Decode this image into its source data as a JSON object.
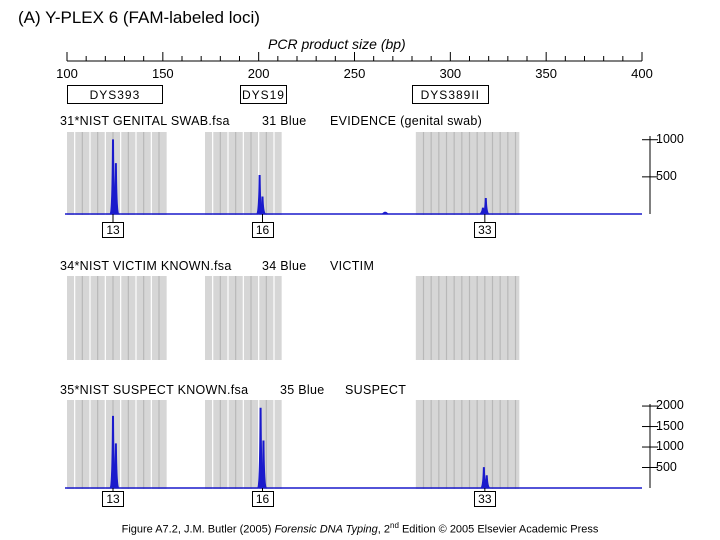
{
  "title": "(A) Y-PLEX 6 (FAM-labeled loci)",
  "caption": {
    "prefix": "Figure A7.2, J.M. Butler (2005) ",
    "book": "Forensic DNA Typing",
    "middle": ", 2",
    "sup": "nd",
    "suffix": " Edition © 2005 Elsevier Academic Press"
  },
  "colors": {
    "trace": "#1a1acc",
    "bin": "#d6d6d6",
    "binline": "#b8b8b8"
  },
  "chart_data": {
    "type": "electropherogram",
    "xlabel": "PCR product size (bp)",
    "xlim": [
      100,
      400
    ],
    "xticks": [
      100,
      150,
      200,
      250,
      300,
      350,
      400
    ],
    "loci": [
      {
        "name": "DYS393",
        "range": [
          100,
          150
        ],
        "bin_range": [
          100,
          152
        ]
      },
      {
        "name": "DYS19",
        "range": [
          190,
          215
        ],
        "bin_range": [
          172,
          212
        ]
      },
      {
        "name": "DYS389II",
        "range": [
          280,
          320
        ],
        "bin_range": [
          282,
          336
        ]
      }
    ],
    "panels": [
      {
        "name": "evidence",
        "file": "31*NIST GENITAL SWAB.fsa",
        "dye": "31 Blue",
        "label": "EVIDENCE (genital swab)",
        "has_axis": true,
        "yticks": [
          500,
          1000
        ],
        "ymax": 1050,
        "peaks": [
          {
            "x": 124,
            "height": 1000,
            "allele": "13"
          },
          {
            "x": 125.5,
            "height": 680
          },
          {
            "x": 200.5,
            "height": 520
          },
          {
            "x": 202,
            "height": 230,
            "allele": "16"
          },
          {
            "x": 317,
            "height": 80
          },
          {
            "x": 318.5,
            "height": 210,
            "allele": "33"
          },
          {
            "x": 266,
            "height": 25
          }
        ],
        "allele_labels": [
          {
            "x": 124,
            "text": "13"
          },
          {
            "x": 202,
            "text": "16"
          },
          {
            "x": 318,
            "text": "33"
          }
        ]
      },
      {
        "name": "victim",
        "file": "34*NIST VICTIM KNOWN.fsa",
        "dye": "34 Blue",
        "label": "VICTIM",
        "has_axis": false,
        "yticks": [],
        "ymax": 1000,
        "peaks": [],
        "allele_labels": []
      },
      {
        "name": "suspect",
        "file": "35*NIST SUSPECT KNOWN.fsa",
        "dye": "35 Blue",
        "label": "SUSPECT",
        "has_axis": true,
        "yticks": [
          500,
          1000,
          1500,
          2000
        ],
        "ymax": 2050,
        "peaks": [
          {
            "x": 124,
            "height": 1750
          },
          {
            "x": 125.5,
            "height": 1080,
            "allele": "13"
          },
          {
            "x": 201,
            "height": 1950
          },
          {
            "x": 202.5,
            "height": 1150,
            "allele": "16"
          },
          {
            "x": 317.5,
            "height": 500
          },
          {
            "x": 319,
            "height": 300,
            "allele": "33"
          }
        ],
        "allele_labels": [
          {
            "x": 124,
            "text": "13"
          },
          {
            "x": 202,
            "text": "16"
          },
          {
            "x": 318,
            "text": "33"
          }
        ]
      }
    ]
  }
}
